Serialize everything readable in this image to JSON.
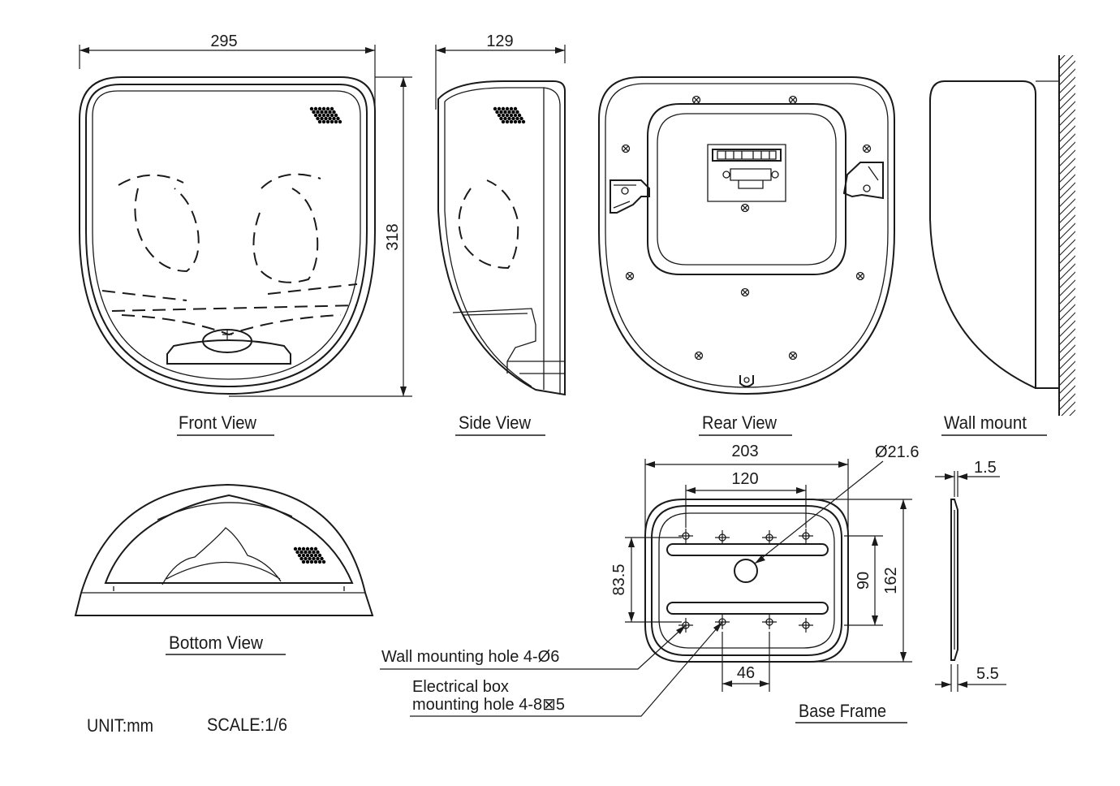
{
  "views": {
    "front": "Front View",
    "side": "Side View",
    "rear": "Rear View",
    "wall": "Wall mount",
    "bottom": "Bottom View",
    "base": "Base Frame"
  },
  "dimensions": {
    "front_width": "295",
    "front_height": "318",
    "side_depth": "129",
    "base_width": "203",
    "base_inner_width": "120",
    "base_hole_dia": "Ø21.6",
    "base_height": "162",
    "base_inner_height": "90",
    "base_left_pitch": "83.5",
    "base_bottom_pitch": "46",
    "base_thickness_top": "1.5",
    "base_thickness_bottom": "5.5"
  },
  "notes": {
    "wall_hole": "Wall mounting hole 4-Ø6",
    "elec_box_line1": "Electrical box",
    "elec_box_line2": "mounting hole 4-8⊠5"
  },
  "footer": {
    "unit": "UNIT:mm",
    "scale": "SCALE:1/6"
  }
}
